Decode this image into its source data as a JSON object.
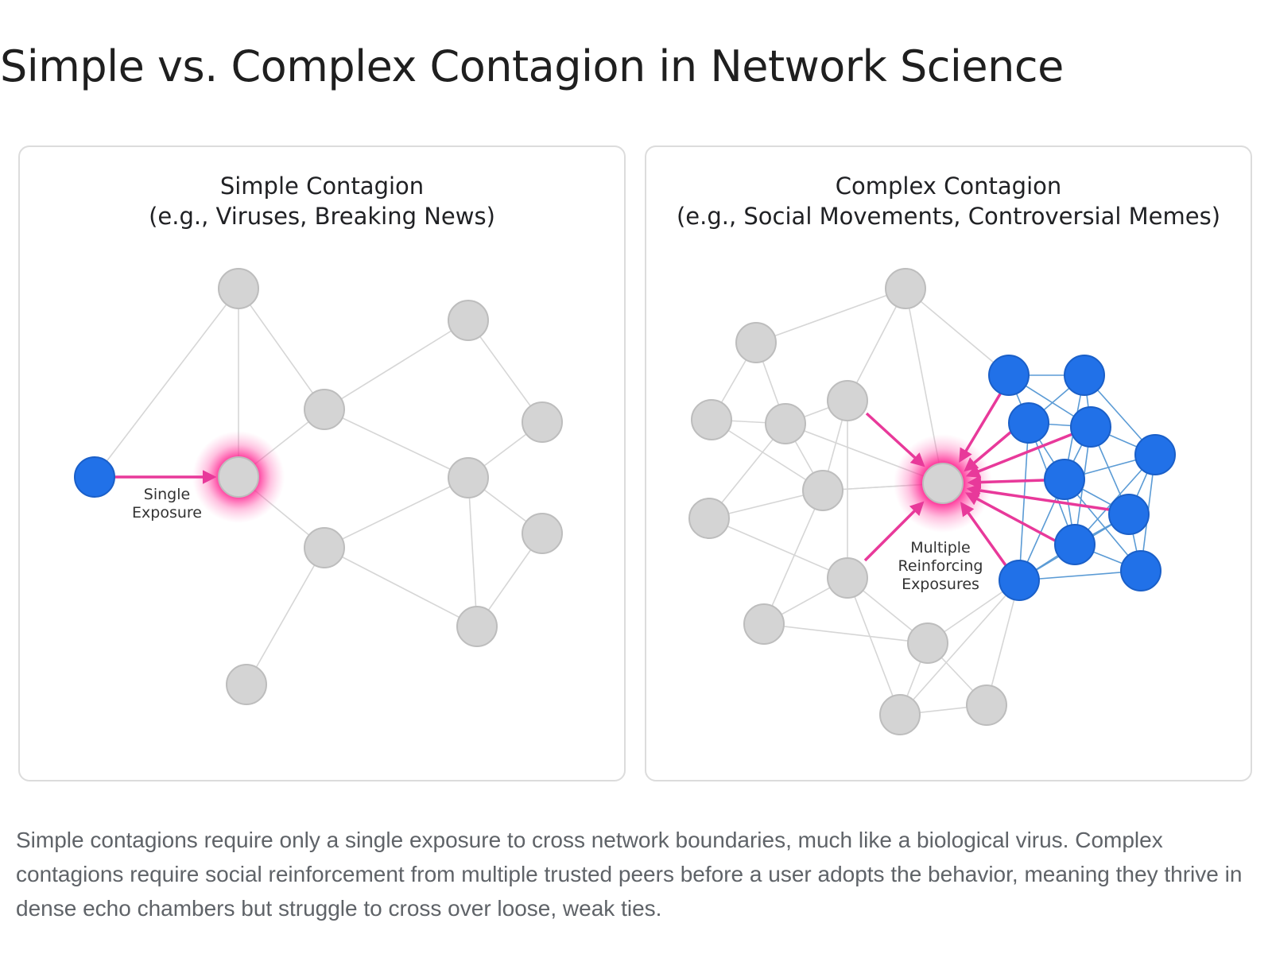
{
  "title": "Simple vs. Complex Contagion in Network Science",
  "simple": {
    "heading_line1": "Simple Contagion",
    "heading_line2": "(e.g., Viruses, Breaking News)",
    "label_line1": "Single",
    "label_line2": "Exposure"
  },
  "complex": {
    "heading_line1": "Complex Contagion",
    "heading_line2": "(e.g., Social Movements, Controversial Memes)",
    "label_line1": "Multiple",
    "label_line2": "Reinforcing",
    "label_line3": "Exposures"
  },
  "caption": "Simple contagions require only a single exposure to cross network boundaries, much like a biological virus. Complex contagions require social reinforcement from multiple trusted peers before a user adopts the behavior, meaning they thrive in dense echo chambers but struggle to cross over loose, weak ties.",
  "colors": {
    "adopted_node": "#2171e8",
    "exposure_arrow": "#e8399a",
    "inactive_node": "#d4d4d4"
  }
}
